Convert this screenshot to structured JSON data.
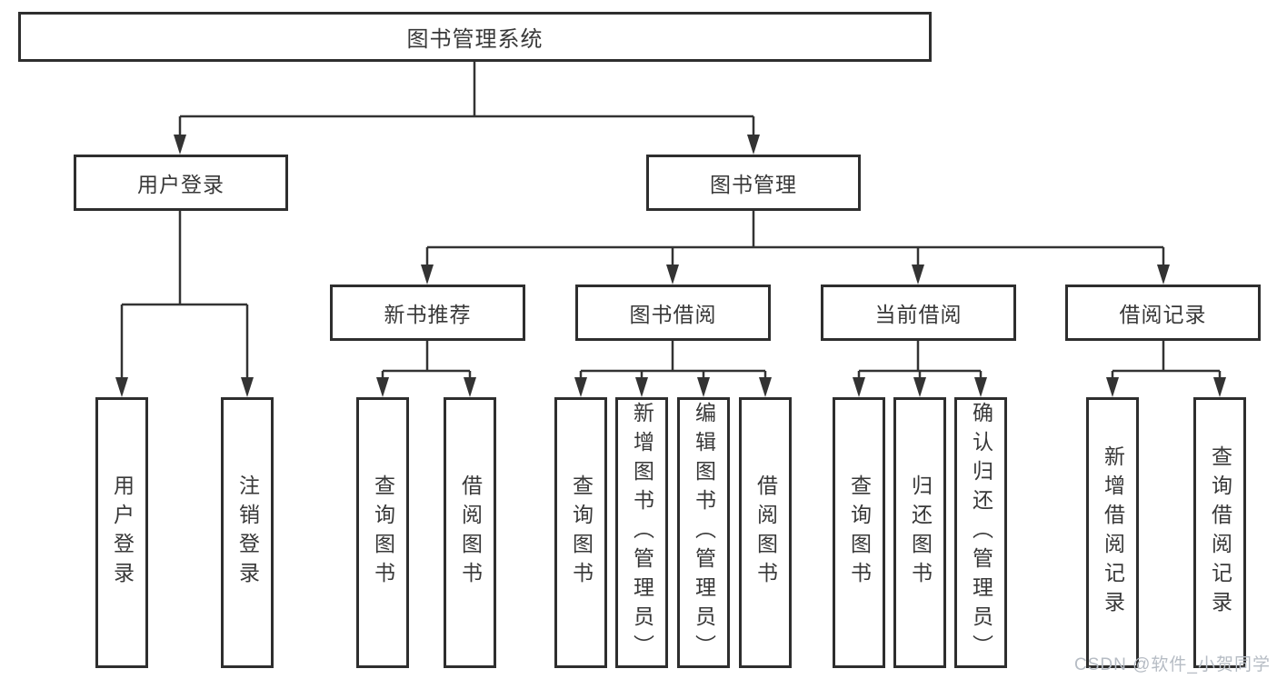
{
  "diagram": {
    "root": {
      "label": "图书管理系统"
    },
    "level2": [
      {
        "label": "用户登录",
        "leaves": [
          "用户登录",
          "注销登录"
        ]
      },
      {
        "label": "图书管理",
        "groups": [
          {
            "label": "新书推荐",
            "leaves": [
              "查询图书",
              "借阅图书"
            ]
          },
          {
            "label": "图书借阅",
            "leaves": [
              "查询图书",
              "新增图书（管理员）",
              "编辑图书（管理员）",
              "借阅图书"
            ]
          },
          {
            "label": "当前借阅",
            "leaves": [
              "查询图书",
              "归还图书",
              "确认归还（管理员）"
            ]
          },
          {
            "label": "借阅记录",
            "leaves": [
              "新增借阅记录",
              "查询借阅记录"
            ]
          }
        ]
      }
    ]
  },
  "watermark": {
    "text": "CSDN @软件_小贺同学"
  },
  "colors": {
    "line": "#333333",
    "box_border": "#2e2e2e",
    "text": "#383838",
    "watermark": "#b6bcc4",
    "background": "#ffffff"
  }
}
